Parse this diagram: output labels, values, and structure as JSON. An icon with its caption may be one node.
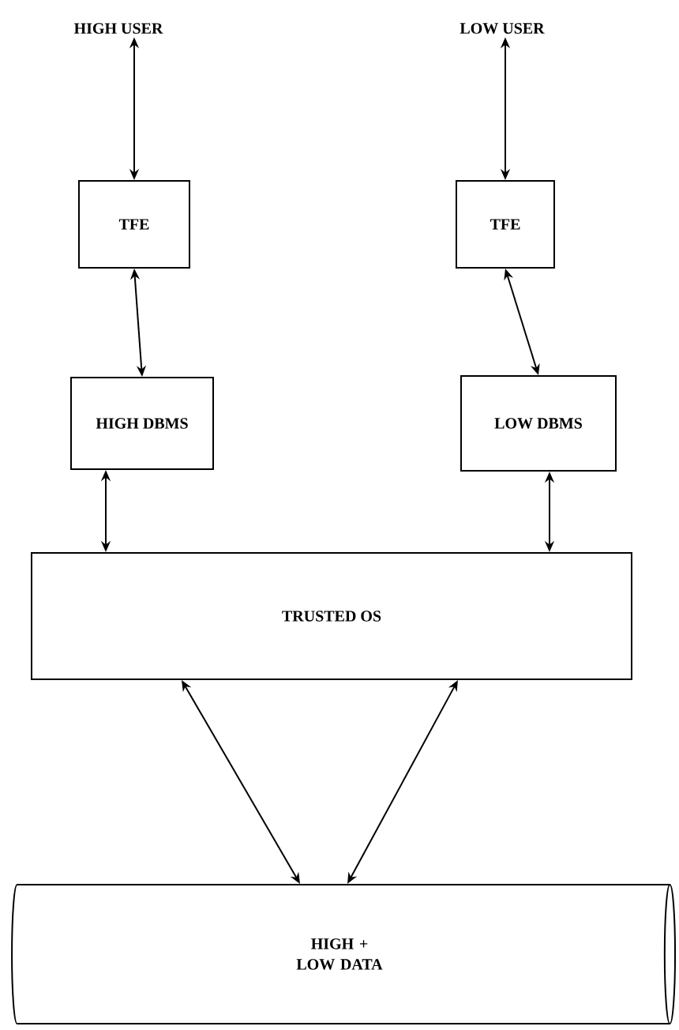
{
  "diagram": {
    "nodes": [
      {
        "text": [
          "HIGH USER"
        ]
      },
      {
        "text": [
          "LOW USER"
        ]
      },
      {
        "text": [
          "TFE"
        ]
      },
      {
        "text": [
          "TFE"
        ]
      },
      {
        "text": [
          "HIGH DBMS"
        ]
      },
      {
        "text": [
          "LOW DBMS"
        ]
      },
      {
        "text": [
          "TRUSTED OS"
        ]
      },
      {
        "text": [
          "HIGH + LOW DATA"
        ]
      }
    ],
    "edges": [
      {
        "from": 0,
        "to": 2,
        "arrow": "both"
      },
      {
        "from": 2,
        "to": 4,
        "arrow": "both"
      },
      {
        "from": 1,
        "to": 3,
        "arrow": "both"
      },
      {
        "from": 3,
        "to": 5,
        "arrow": "both"
      },
      {
        "from": 4,
        "to": 6,
        "arrow": "both"
      },
      {
        "from": 5,
        "to": 6,
        "arrow": "both"
      },
      {
        "from": 6,
        "to": 7,
        "arrow": "both"
      },
      {
        "from": 6,
        "to": 7,
        "arrow": "both"
      }
    ]
  }
}
